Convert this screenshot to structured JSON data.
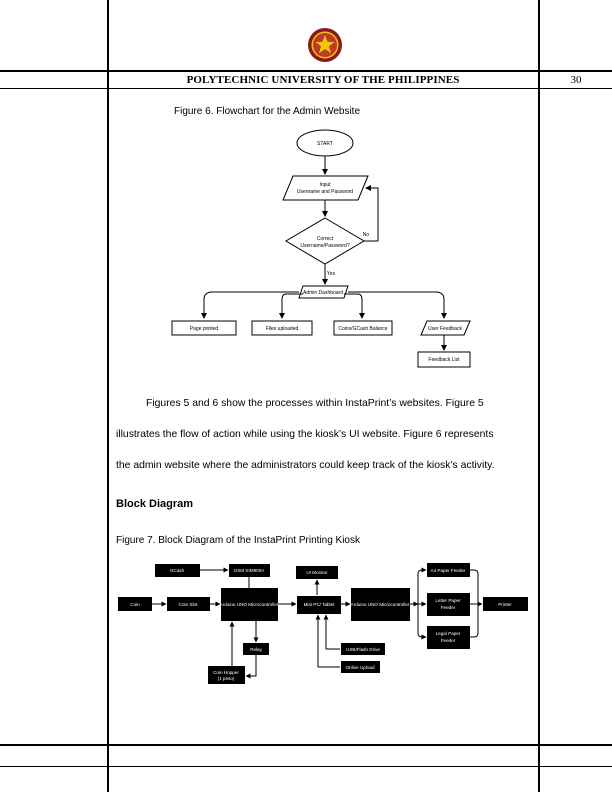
{
  "header": {
    "institution": "POLYTECHNIC UNIVERSITY OF THE PHILIPPINES",
    "page_number": "30",
    "logo_icon": "pup-seal-icon",
    "logo_colors": {
      "outer": "#8b1a1a",
      "inner": "#c0392b",
      "star": "#f1c40f"
    }
  },
  "figure6": {
    "caption": "Figure 6. Flowchart for the Admin Website",
    "start": "START",
    "input_line1": "Input",
    "input_line2": "Username and Password",
    "decision_line1": "Correct",
    "decision_line2": "Username/Password?",
    "no_label": "No",
    "yes_label": "Yes",
    "dashboard": "Admin Dashboard",
    "pages_printed": "Page printed",
    "files_uploaded": "Files uploaded",
    "coins_balance": "Coins/GCash Balance",
    "user_feedback": "User Feedback",
    "feedback_list": "Feedback List"
  },
  "paragraph": {
    "line1": "Figures 5 and 6 show the processes within InstaPrint’s websites. Figure 5",
    "line2": "illustrates the flow of action while using the kiosk’s UI website. Figure 6 represents",
    "line3": "the admin website where the administrators could keep track of the kiosk’s activity."
  },
  "section": {
    "heading": "Block Diagram"
  },
  "figure7": {
    "caption": "Figure 7. Block Diagram of the InstaPrint Printing Kiosk",
    "gcash": "GCash",
    "gsm": "GSM SIM900A",
    "coin": "Coin",
    "coin_slot": "Coin Slot",
    "arduino1": "Arduino UNO Microcontroller",
    "relay": "Relay",
    "hopper_line1": "Coin Hopper",
    "hopper_line2": "(1 peso)",
    "ui_monitor": "UI Monitor",
    "tablet": "Mini PC/ Tablet",
    "usb": "USB/Flash Drive",
    "online": "Online Upload",
    "arduino2": "Arduino UNO Microcontroller",
    "a4": "A4 Paper Feeder",
    "letter_line1": "Letter Paper",
    "letter_line2": "Feeder",
    "legal_line1": "Legal Paper",
    "legal_line2": "Feeder",
    "printer": "Printer"
  }
}
